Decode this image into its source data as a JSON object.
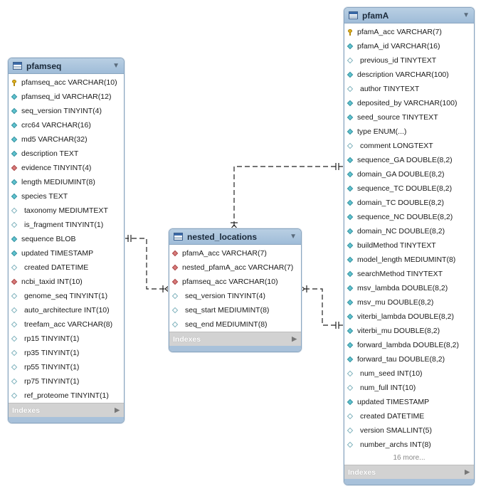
{
  "tables": {
    "pfamseq": {
      "title": "pfamseq",
      "columns": [
        {
          "name": "pfamseq_acc VARCHAR(10)",
          "icon": "primary-key-icon"
        },
        {
          "name": "pfamseq_id VARCHAR(12)",
          "icon": "not-null-column-icon"
        },
        {
          "name": "seq_version TINYINT(4)",
          "icon": "not-null-column-icon"
        },
        {
          "name": "crc64 VARCHAR(16)",
          "icon": "not-null-column-icon"
        },
        {
          "name": "md5 VARCHAR(32)",
          "icon": "not-null-column-icon"
        },
        {
          "name": "description TEXT",
          "icon": "not-null-column-icon"
        },
        {
          "name": "evidence TINYINT(4)",
          "icon": "foreign-key-column-icon"
        },
        {
          "name": "length MEDIUMINT(8)",
          "icon": "not-null-column-icon"
        },
        {
          "name": "species TEXT",
          "icon": "not-null-column-icon"
        },
        {
          "name": "taxonomy MEDIUMTEXT",
          "icon": "nullable-column-icon"
        },
        {
          "name": "is_fragment TINYINT(1)",
          "icon": "nullable-column-icon"
        },
        {
          "name": "sequence BLOB",
          "icon": "not-null-column-icon"
        },
        {
          "name": "updated TIMESTAMP",
          "icon": "not-null-column-icon"
        },
        {
          "name": "created DATETIME",
          "icon": "nullable-column-icon"
        },
        {
          "name": "ncbi_taxid INT(10)",
          "icon": "foreign-key-column-icon"
        },
        {
          "name": "genome_seq TINYINT(1)",
          "icon": "nullable-column-icon"
        },
        {
          "name": "auto_architecture INT(10)",
          "icon": "nullable-column-icon"
        },
        {
          "name": "treefam_acc VARCHAR(8)",
          "icon": "nullable-column-icon"
        },
        {
          "name": "rp15 TINYINT(1)",
          "icon": "nullable-column-icon"
        },
        {
          "name": "rp35 TINYINT(1)",
          "icon": "nullable-column-icon"
        },
        {
          "name": "rp55 TINYINT(1)",
          "icon": "nullable-column-icon"
        },
        {
          "name": "rp75 TINYINT(1)",
          "icon": "nullable-column-icon"
        },
        {
          "name": "ref_proteome TINYINT(1)",
          "icon": "nullable-column-icon"
        }
      ],
      "indexes_label": "Indexes"
    },
    "nested_locations": {
      "title": "nested_locations",
      "columns": [
        {
          "name": "pfamA_acc VARCHAR(7)",
          "icon": "foreign-key-column-icon"
        },
        {
          "name": "nested_pfamA_acc VARCHAR(7)",
          "icon": "foreign-key-column-icon"
        },
        {
          "name": "pfamseq_acc VARCHAR(10)",
          "icon": "foreign-key-column-icon"
        },
        {
          "name": "seq_version TINYINT(4)",
          "icon": "nullable-column-icon"
        },
        {
          "name": "seq_start MEDIUMINT(8)",
          "icon": "nullable-column-icon"
        },
        {
          "name": "seq_end MEDIUMINT(8)",
          "icon": "nullable-column-icon"
        }
      ],
      "indexes_label": "Indexes"
    },
    "pfamA": {
      "title": "pfamA",
      "columns": [
        {
          "name": "pfamA_acc VARCHAR(7)",
          "icon": "primary-key-icon"
        },
        {
          "name": "pfamA_id VARCHAR(16)",
          "icon": "not-null-column-icon"
        },
        {
          "name": "previous_id TINYTEXT",
          "icon": "nullable-column-icon"
        },
        {
          "name": "description VARCHAR(100)",
          "icon": "not-null-column-icon"
        },
        {
          "name": "author TINYTEXT",
          "icon": "nullable-column-icon"
        },
        {
          "name": "deposited_by VARCHAR(100)",
          "icon": "not-null-column-icon"
        },
        {
          "name": "seed_source TINYTEXT",
          "icon": "not-null-column-icon"
        },
        {
          "name": "type ENUM(...)",
          "icon": "not-null-column-icon"
        },
        {
          "name": "comment LONGTEXT",
          "icon": "nullable-column-icon"
        },
        {
          "name": "sequence_GA DOUBLE(8,2)",
          "icon": "not-null-column-icon"
        },
        {
          "name": "domain_GA DOUBLE(8,2)",
          "icon": "not-null-column-icon"
        },
        {
          "name": "sequence_TC DOUBLE(8,2)",
          "icon": "not-null-column-icon"
        },
        {
          "name": "domain_TC DOUBLE(8,2)",
          "icon": "not-null-column-icon"
        },
        {
          "name": "sequence_NC DOUBLE(8,2)",
          "icon": "not-null-column-icon"
        },
        {
          "name": "domain_NC DOUBLE(8,2)",
          "icon": "not-null-column-icon"
        },
        {
          "name": "buildMethod TINYTEXT",
          "icon": "not-null-column-icon"
        },
        {
          "name": "model_length MEDIUMINT(8)",
          "icon": "not-null-column-icon"
        },
        {
          "name": "searchMethod TINYTEXT",
          "icon": "not-null-column-icon"
        },
        {
          "name": "msv_lambda DOUBLE(8,2)",
          "icon": "not-null-column-icon"
        },
        {
          "name": "msv_mu DOUBLE(8,2)",
          "icon": "not-null-column-icon"
        },
        {
          "name": "viterbi_lambda DOUBLE(8,2)",
          "icon": "not-null-column-icon"
        },
        {
          "name": "viterbi_mu DOUBLE(8,2)",
          "icon": "not-null-column-icon"
        },
        {
          "name": "forward_lambda DOUBLE(8,2)",
          "icon": "not-null-column-icon"
        },
        {
          "name": "forward_tau DOUBLE(8,2)",
          "icon": "not-null-column-icon"
        },
        {
          "name": "num_seed INT(10)",
          "icon": "nullable-column-icon"
        },
        {
          "name": "num_full INT(10)",
          "icon": "nullable-column-icon"
        },
        {
          "name": "updated TIMESTAMP",
          "icon": "not-null-column-icon"
        },
        {
          "name": "created DATETIME",
          "icon": "nullable-column-icon"
        },
        {
          "name": "version SMALLINT(5)",
          "icon": "nullable-column-icon"
        },
        {
          "name": "number_archs INT(8)",
          "icon": "nullable-column-icon"
        }
      ],
      "more_label": "16 more...",
      "indexes_label": "Indexes"
    }
  },
  "icons": {
    "table": "table-icon",
    "collapse": "collapse-triangle-icon",
    "expand": "expand-arrow-icon"
  },
  "colors": {
    "header": "#a9c4de",
    "not_null": "#5ec2cf",
    "foreign_key": "#d97a7a",
    "primary_key": "#e0b21c",
    "indexes_bar": "#d2d2d2"
  }
}
